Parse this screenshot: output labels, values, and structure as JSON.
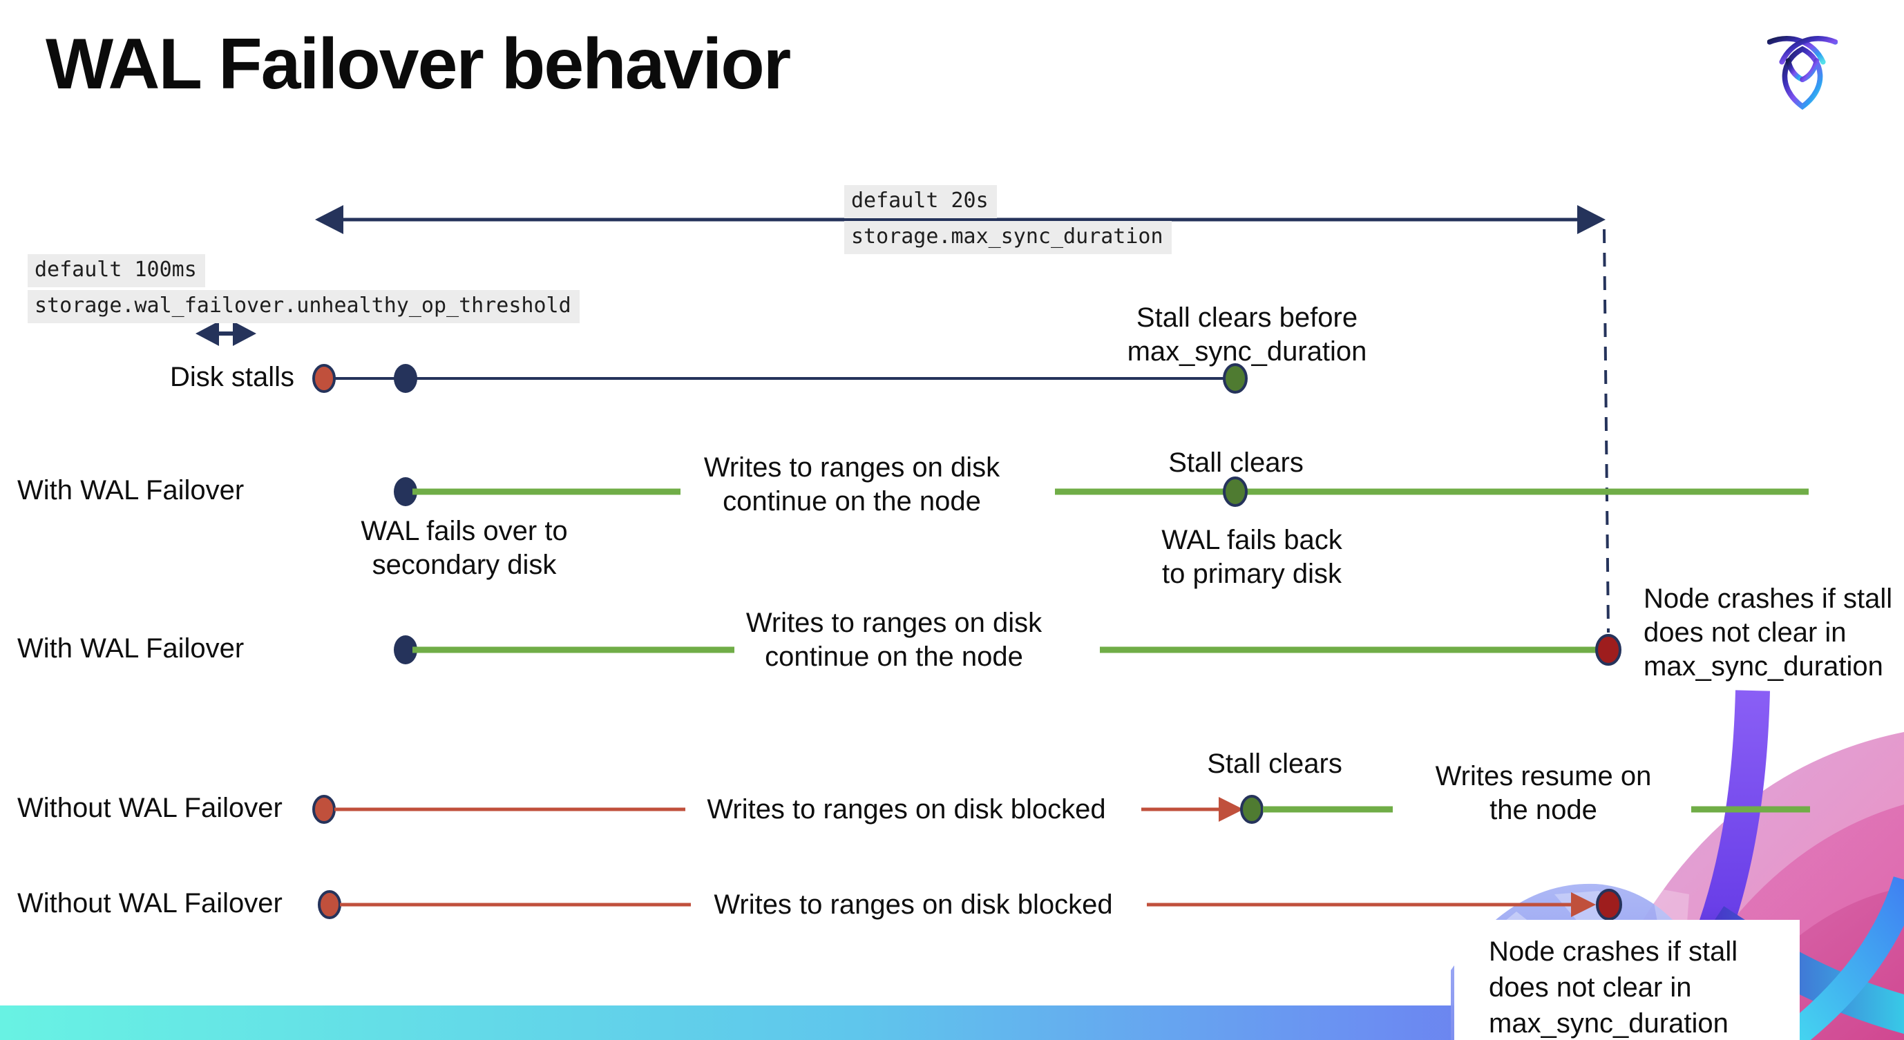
{
  "title": "WAL Failover behavior",
  "logo": {
    "name": "cockroachdb-logo"
  },
  "config_labels": {
    "max_sync_default": "default 20s",
    "max_sync_setting": "storage.max_sync_duration",
    "unhealthy_default": "default 100ms",
    "unhealthy_setting": "storage.wal_failover.unhealthy_op_threshold"
  },
  "row_labels": {
    "row1": "Disk stalls",
    "row2": "With WAL Failover",
    "row3": "With WAL Failover",
    "row4": "Without WAL Failover",
    "row5": "Without WAL Failover"
  },
  "annotations": {
    "stall_clears_before": "Stall clears before\nmax_sync_duration",
    "wal_fails_over": "WAL fails over to\nsecondary disk",
    "writes_continue_row2": "Writes to ranges on disk\ncontinue on the node",
    "stall_clears_row2": "Stall clears",
    "wal_fails_back": "WAL fails  back\nto primary disk",
    "writes_continue_row3": "Writes to ranges on disk\ncontinue on the node",
    "node_crashes_row3": "Node crashes if stall\ndoes not clear in\nmax_sync_duration",
    "writes_blocked_row4": "Writes to ranges on disk  blocked",
    "stall_clears_row4": "Stall clears",
    "writes_resume": "Writes resume on\nthe node",
    "writes_blocked_row5": "Writes to ranges on disk  blocked",
    "node_crashes_row5": "Node crashes if stall\ndoes not clear in\nmax_sync_duration"
  },
  "colors": {
    "navy": "#25335b",
    "green_line": "#70ad47",
    "green_dot": "#4f7b31",
    "red": "#c0503c",
    "dark_red": "#9e1d1d",
    "code_bg": "#ececec",
    "bar_gradient_left": "#68f2e3",
    "bar_gradient_mid": "#6b8ff2",
    "bar_gradient_right": "#6e55e6"
  }
}
